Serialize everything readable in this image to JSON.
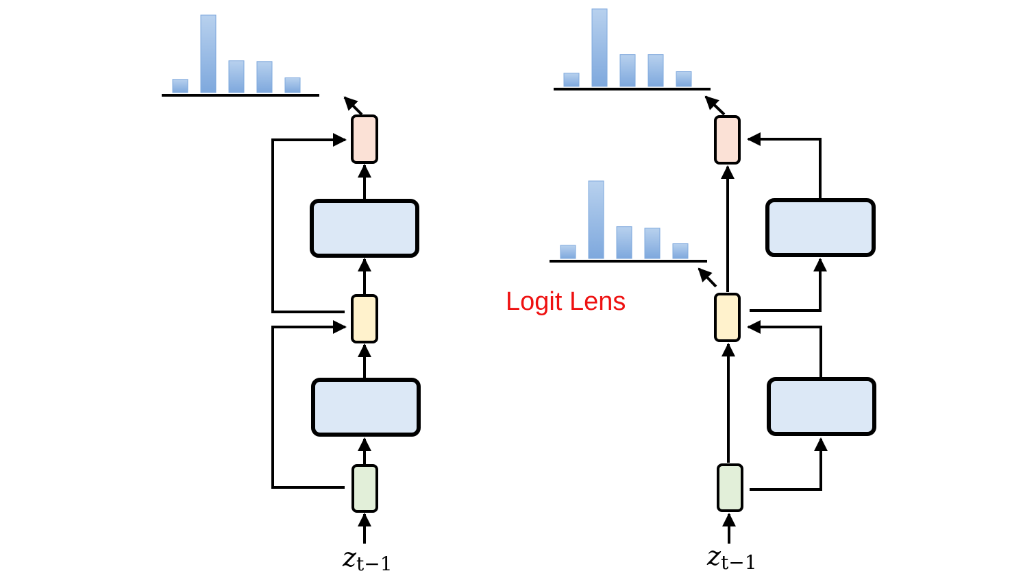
{
  "labels": {
    "logit_lens": "Logit Lens",
    "input_var": "z",
    "input_sub": "t−1"
  },
  "colors": {
    "label_red": "#ee1111",
    "layer_block_fill": "#dce8f6",
    "embedding_fill": "#e2efd9",
    "residual_fill": "#fff2cc",
    "output_fill": "#fbe1d6",
    "bar_top": "#b8d1ee",
    "bar_bottom": "#7ea8dd",
    "line": "#000000"
  },
  "histograms": {
    "left_output": [
      0.17,
      1.0,
      0.41,
      0.4,
      0.19
    ],
    "right_output": [
      0.17,
      1.0,
      0.41,
      0.41,
      0.19
    ],
    "right_intermediate": [
      0.17,
      1.0,
      0.41,
      0.39,
      0.19
    ]
  }
}
